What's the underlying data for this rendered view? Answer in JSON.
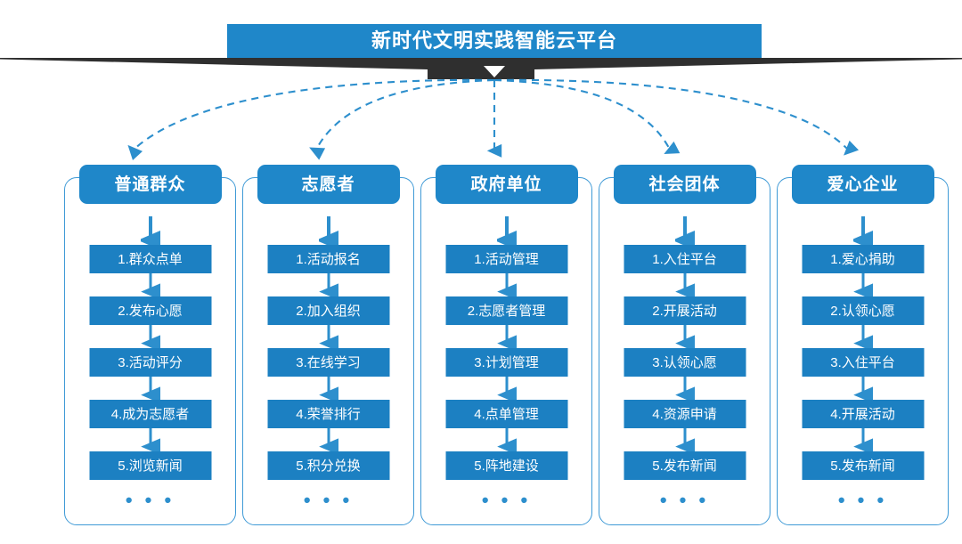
{
  "title": {
    "text": "新时代文明实践智能云平台"
  },
  "colors": {
    "title_blue": "#1f87c9",
    "header_blue": "#1f87c9",
    "item_blue": "#1c80c2",
    "border_blue": "#3f9ad6",
    "connector_blue": "#2d8fcd",
    "banner_dark": "#2f2f2f",
    "background": "#ffffff"
  },
  "more_indicator": "• • •",
  "columns": [
    {
      "header": "普通群众",
      "items": [
        "1.群众点单",
        "2.发布心愿",
        "3.活动评分",
        "4.成为志愿者",
        "5.浏览新闻"
      ]
    },
    {
      "header": "志愿者",
      "items": [
        "1.活动报名",
        "2.加入组织",
        "3.在线学习",
        "4.荣誉排行",
        "5.积分兑换"
      ]
    },
    {
      "header": "政府单位",
      "items": [
        "1.活动管理",
        "2.志愿者管理",
        "3.计划管理",
        "4.点单管理",
        "5.阵地建设"
      ]
    },
    {
      "header": "社会团体",
      "items": [
        "1.入住平台",
        "2.开展活动",
        "3.认领心愿",
        "4.资源申请",
        "5.发布新闻"
      ]
    },
    {
      "header": "爱心企业",
      "items": [
        "1.爱心捐助",
        "2.认领心愿",
        "3.入住平台",
        "4.开展活动",
        "5.发布新闻"
      ]
    }
  ]
}
